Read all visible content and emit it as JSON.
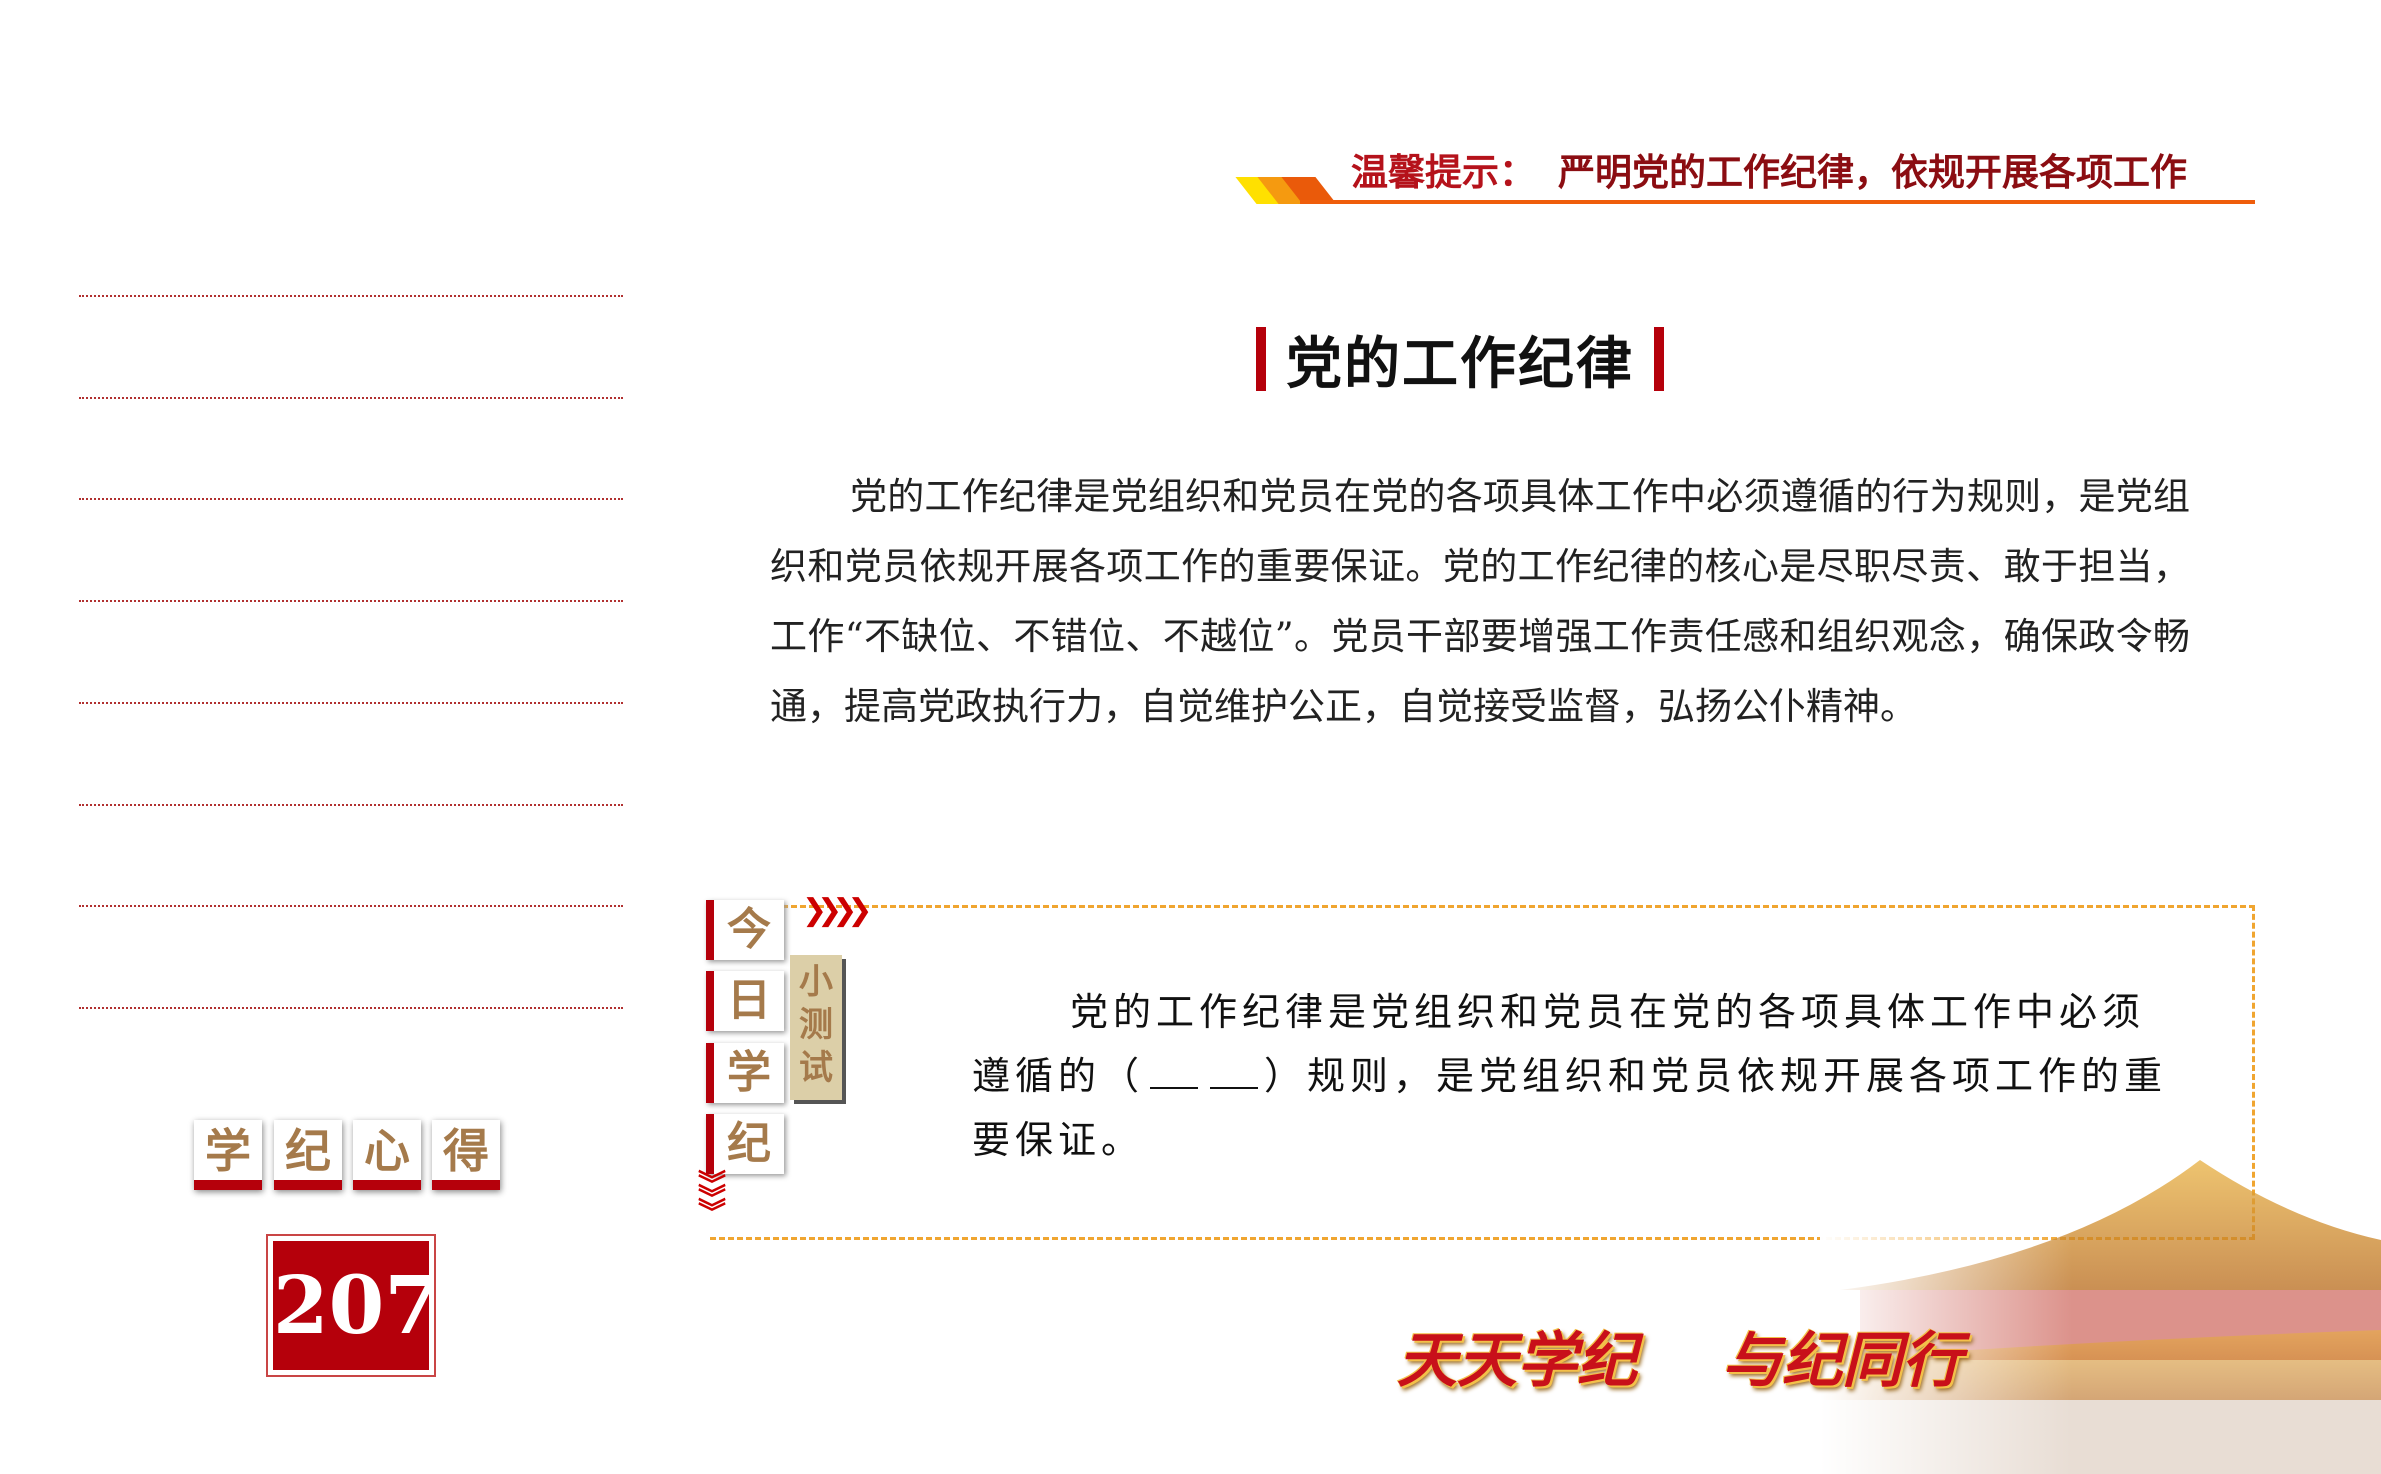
{
  "header": {
    "tip_label": "温馨提示：",
    "tip_text": "严明党的工作纪律，依规开展各项工作"
  },
  "article": {
    "title": "党的工作纪律",
    "body": "党的工作纪律是党组织和党员在党的各项具体工作中必须遵循的行为规则，是党组织和党员依规开展各项工作的重要保证。党的工作纪律的核心是尽职尽责、敢于担当，工作“不缺位、不错位、不越位”。党员干部要增强工作责任感和组织观念，确保政令畅通，提高党政执行力，自觉维护公正，自觉接受监督，弘扬公仆精神。"
  },
  "quiz": {
    "side_tiles": [
      "今",
      "日",
      "学",
      "纪"
    ],
    "tag": [
      "小",
      "测",
      "试"
    ],
    "text_before": "党的工作纪律是党组织和党员在党的各项具体工作中必须遵循的（",
    "text_after": "）规则，是党组织和党员依规开展各项工作的重要保证。"
  },
  "notes": {
    "tiles": [
      "学",
      "纪",
      "心",
      "得"
    ],
    "page_number": "207"
  },
  "slogan": {
    "part1": "天天学纪",
    "part2": "与纪同行"
  },
  "colors": {
    "red": "#b5000b",
    "gold": "#a57a4b",
    "orange": "#ef5d0b",
    "dash": "#f0a530"
  }
}
